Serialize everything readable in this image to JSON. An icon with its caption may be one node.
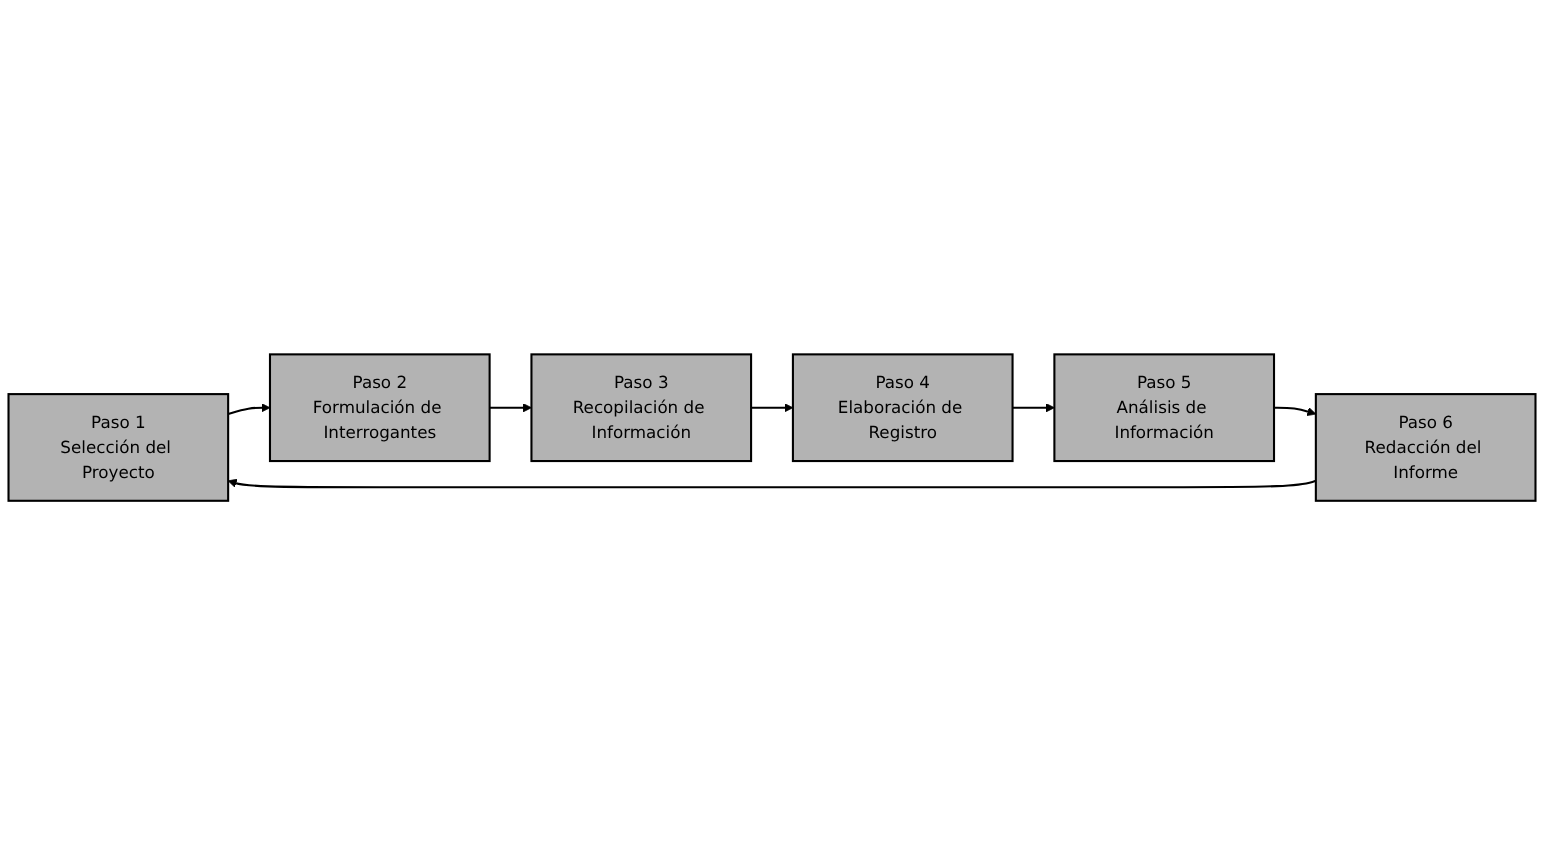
{
  "diagram": {
    "nodes": [
      {
        "text": [
          "Paso 1",
          "Selección del Proyecto"
        ]
      },
      {
        "text": [
          "Paso 2",
          "Formulación de Interrogantes"
        ]
      },
      {
        "text": [
          "Paso 3",
          "Recopilación de Información"
        ]
      },
      {
        "text": [
          "Paso 4",
          "Elaboración de Registro"
        ]
      },
      {
        "text": [
          "Paso 5",
          "Análisis de Información"
        ]
      },
      {
        "text": [
          "Paso 6",
          "Redacción del Informe"
        ]
      }
    ],
    "edges": [
      {
        "from": 0,
        "to": 1,
        "arrow": "to"
      },
      {
        "from": 1,
        "to": 2,
        "arrow": "to"
      },
      {
        "from": 2,
        "to": 3,
        "arrow": "to"
      },
      {
        "from": 3,
        "to": 4,
        "arrow": "to"
      },
      {
        "from": 4,
        "to": 5,
        "arrow": "to"
      },
      {
        "from": 5,
        "to": 0,
        "arrow": "to"
      }
    ]
  }
}
